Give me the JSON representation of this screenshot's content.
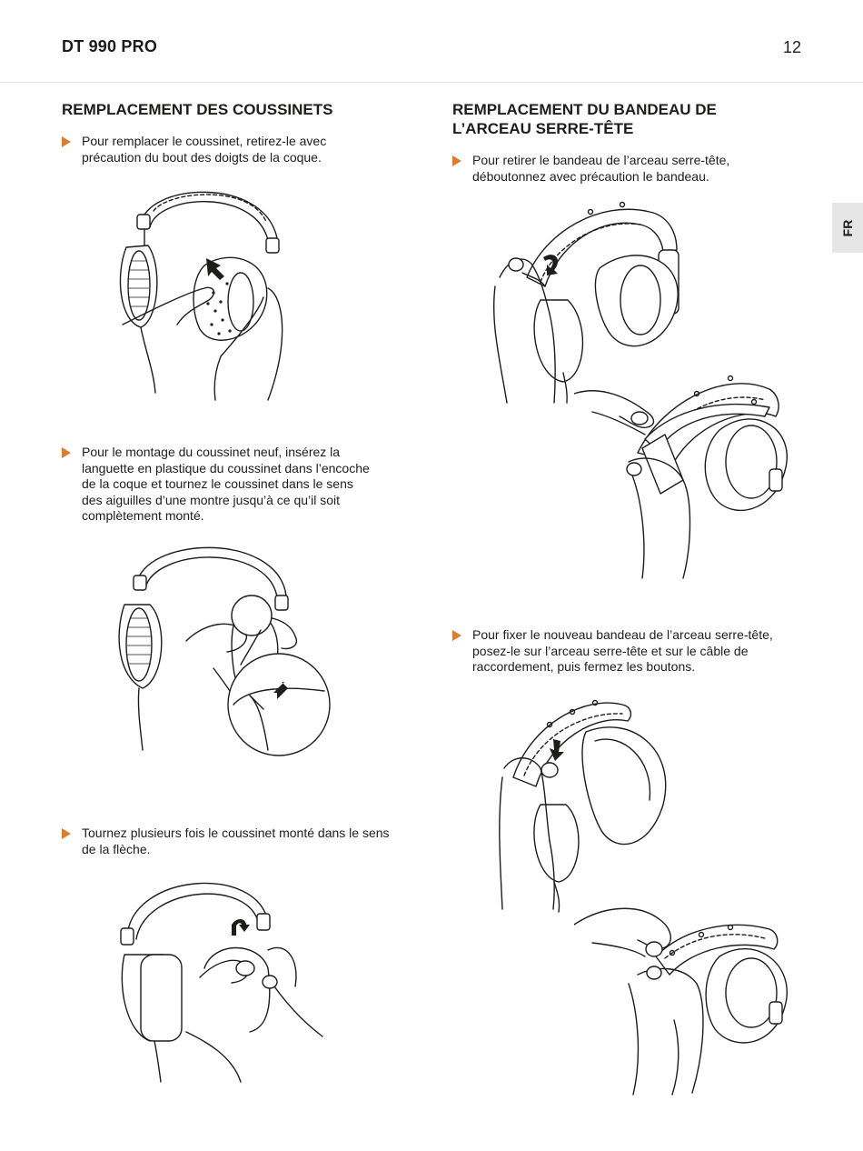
{
  "header": {
    "product": "DT 990 PRO",
    "page_number": "12"
  },
  "language_tab": "FR",
  "left": {
    "title": "REMPLACEMENT DES COUSSINETS",
    "steps": [
      "Pour remplacer le coussinet, retirez-le avec précaution du bout des doigts de la coque.",
      "Pour le montage du coussinet neuf, insérez la languette en plastique du coussinet dans l’encoche de la coque et tournez le coussinet dans le sens des aiguilles d’une montre jusqu’à ce qu’il soit complètement monté.",
      "Tournez plusieurs fois le coussinet monté dans le sens de la flèche."
    ]
  },
  "right": {
    "title": "REMPLACEMENT DU BANDEAU DE L’ARCEAU SERRE-TÊTE",
    "steps": [
      "Pour retirer le bandeau de l’arceau serre-tête, déboutonnez avec précaution le bandeau.",
      "Pour fixer le nouveau bandeau de l’arceau serre-tête, posez-le sur l’arceau serre-tête et sur le câble de raccordement, puis fermez les boutons."
    ]
  },
  "colors": {
    "accent": "#e07b29",
    "text": "#1d1d1b",
    "tab_bg": "#e6e6e6"
  }
}
